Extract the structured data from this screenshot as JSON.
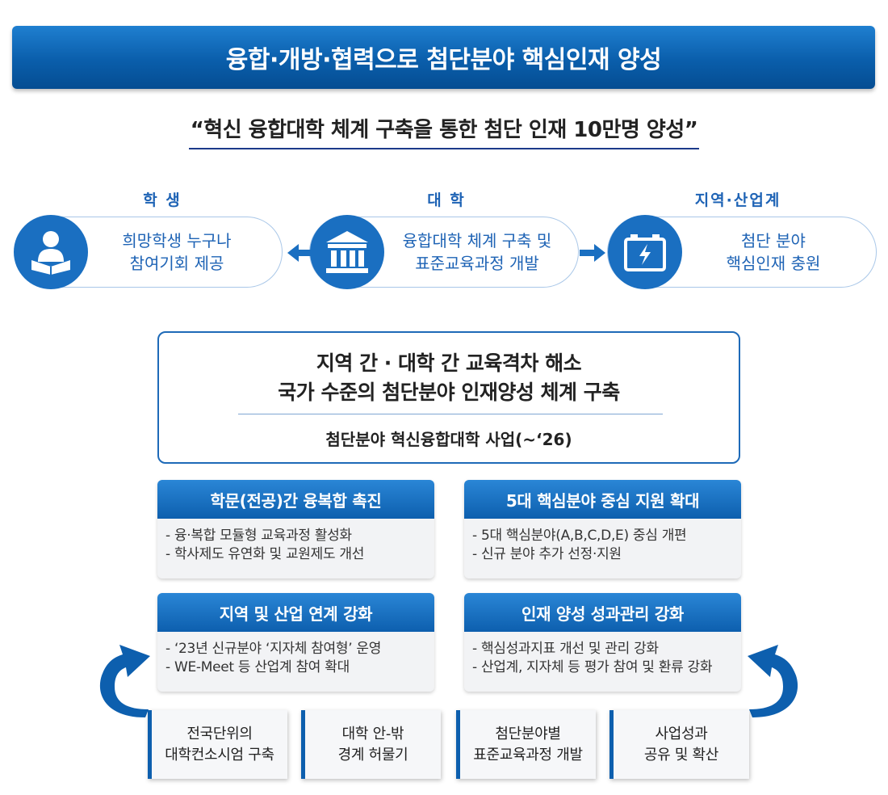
{
  "banner": {
    "title": "융합·개방·협력으로 첨단분야 핵심인재 양성"
  },
  "subtitle": "“혁신 융합대학 체계 구축을 통한 첨단 인재 10만명 양성”",
  "actors": [
    {
      "title": "학 생",
      "lines": [
        "희망학생 누구나",
        "참여기회 제공"
      ],
      "icon": "student-reading-icon"
    },
    {
      "title": "대 학",
      "lines": [
        "융합대학 체계 구축 및",
        "표준교육과정 개발"
      ],
      "icon": "university-building-icon"
    },
    {
      "title": "지역·산업계",
      "lines": [
        "첨단 분야",
        "핵심인재 충원"
      ],
      "icon": "battery-industry-icon"
    }
  ],
  "goal": {
    "line1": "지역 간 · 대학 간 교육격차 해소",
    "line2": "국가 수준의 첨단분야 인재양성 체계 구축",
    "program": "첨단분야 혁신융합대학 사업(~‘26)"
  },
  "strategies": [
    {
      "title": "학문(전공)간 융복합 촉진",
      "items": [
        "- 융·복합 모듈형 교육과정 활성화",
        "- 학사제도 유연화 및 교원제도 개선"
      ]
    },
    {
      "title": "5대 핵심분야 중심 지원 확대",
      "items": [
        "- 5대 핵심분야(A,B,C,D,E) 중심 개편",
        "- 신규 분야 추가 선정·지원"
      ]
    },
    {
      "title": "지역 및 산업 연계 강화",
      "items": [
        "- ‘23년 신규분야 ‘지자체 참여형’ 운영",
        "- WE-Meet 등 산업계 참여 확대"
      ]
    },
    {
      "title": "인재 양성 성과관리 강화",
      "items": [
        "- 핵심성과지표 개선 및 관리 강화",
        "- 산업계, 지자체 등 평가 참여 및 환류 강화"
      ]
    }
  ],
  "foundations": [
    {
      "lines": [
        "전국단위의",
        "대학컨소시엄 구축"
      ]
    },
    {
      "lines": [
        "대학 안-밖",
        "경계 허물기"
      ]
    },
    {
      "lines": [
        "첨단분야별",
        "표준교육과정 개발"
      ]
    },
    {
      "lines": [
        "사업성과",
        "공유 및 확산"
      ]
    }
  ],
  "colors": {
    "primary": "#0d5fae",
    "accent": "#1e63b5",
    "pill_border": "#a9c7e8"
  }
}
